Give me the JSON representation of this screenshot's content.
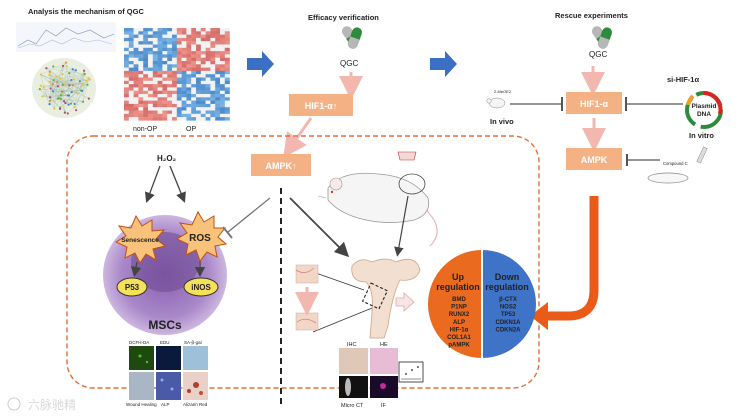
{
  "sections": {
    "analysis_title": "Analysis the mechanism of QGC",
    "efficacy_title": "Efficacy verification",
    "rescue_title": "Rescue experiments"
  },
  "heatmap": {
    "label_left": "non-OP",
    "label_right": "OP"
  },
  "drug": {
    "label_1": "QGC",
    "label_2": "QGC"
  },
  "boxes": {
    "hif_up": "HIF1-α↑",
    "ampk_up": "AMPK↑",
    "hif_rescue": "HIF1-α",
    "ampk_rescue": "AMPK"
  },
  "rescue": {
    "inhibitor_label": "2-MeOE2",
    "in_vivo": "In vivo",
    "si_label": "si-HIF-1α",
    "plasmid_line1": "Plasmid",
    "plasmid_line2": "DNA",
    "in_vitro": "In vitro",
    "compound_label": "Compound C"
  },
  "cell": {
    "h2o2": "H₂O₂",
    "senescence": "Senescence",
    "ros": "ROS",
    "p53": "P53",
    "inos": "iNOS",
    "mscs": "MSCs"
  },
  "panels": {
    "dcfh": "DCFH-DA",
    "edu": "EDU",
    "sa_gal": "SA-β-gal",
    "wound": "Wound Healing",
    "alp": "ALP",
    "alizarin": "Alizarin Red",
    "ihc": "IHC",
    "he": "HE",
    "micro_ct": "Micro CT",
    "if": "IF"
  },
  "regulation": {
    "up_title_1": "Up",
    "up_title_2": "regulation",
    "up_items": [
      "BMD",
      "P1NP",
      "RUNX2",
      "ALP",
      "HIF-1α",
      "COL1A1",
      "pAMPK"
    ],
    "down_title_1": "Down",
    "down_title_2": "regulation",
    "down_items": [
      "β-CTX",
      "NOS2",
      "TP53",
      "CDKN1A",
      "CDKN2A"
    ]
  },
  "watermark": "六脉驰精",
  "colors": {
    "arrow_blue": "#3a6fc4",
    "box_orange": "#f4b183",
    "arrow_pink": "#f2b8b0",
    "dashed_orange": "#e0703a",
    "up_orange": "#ea6a1f",
    "down_blue": "#3f73c8",
    "capsule_green": "#2e8b3e",
    "capsule_gray": "#b7b7b7"
  }
}
